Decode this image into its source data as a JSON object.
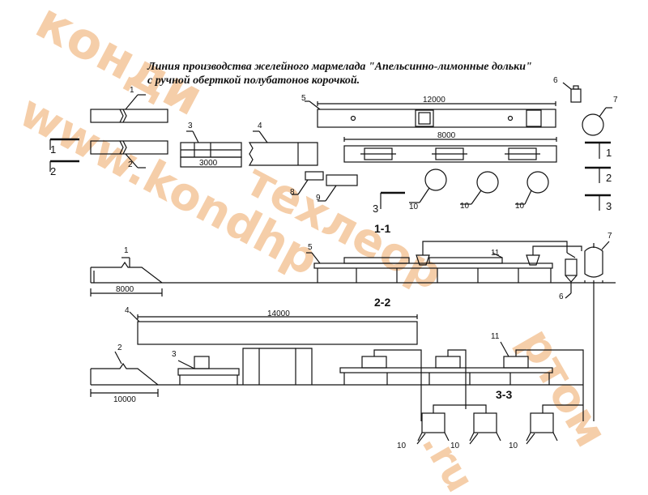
{
  "title": {
    "line1": "Линия производства желейного мармелада \"Апельсинно-лимонные дольки\"",
    "line2": "с ручной оберткой полубатонов корочкой."
  },
  "watermark": {
    "line1": "конди",
    "line2": "www.kondhp",
    "line3": "техлеор",
    "line4": ".ru",
    "line5": "ртом",
    "color": "#f4c9a0"
  },
  "sections": {
    "s11": "1-1",
    "s22": "2-2",
    "s33": "3-3",
    "mark1": "1",
    "mark2": "2",
    "mark3": "3"
  },
  "dimensions": {
    "d12000": "12000",
    "d8000_top": "8000",
    "d3000": "3000",
    "d8000_side": "8000",
    "d14000": "14000",
    "d10000": "10000"
  },
  "labels": {
    "n1": "1",
    "n2": "2",
    "n3": "3",
    "n4": "4",
    "n5": "5",
    "n6": "6",
    "n7": "7",
    "n8": "8",
    "n9": "9",
    "n10": "10",
    "n11": "11"
  },
  "colors": {
    "line": "#111111",
    "watermark": "#f4c9a0"
  }
}
